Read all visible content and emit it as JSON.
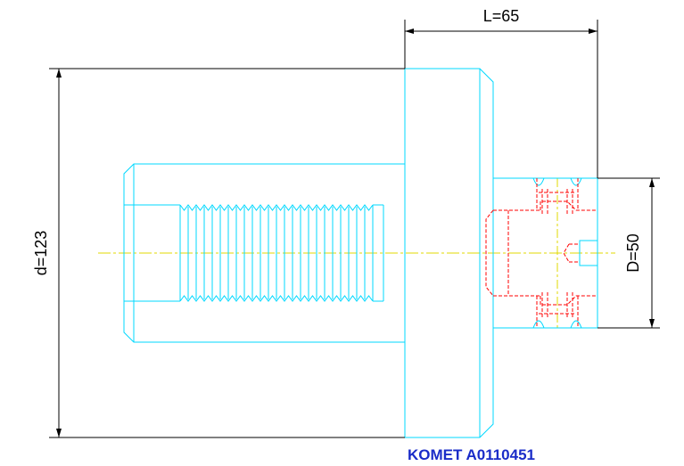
{
  "dimensions": {
    "length_label": "L=65",
    "body_diameter_label": "d=123",
    "shank_diameter_label": "D=50"
  },
  "caption": "KOMET A0110451",
  "colors": {
    "outline": "#00d8ff",
    "hidden_lines": "#ff0000",
    "centerline": "#e0d800",
    "dimension": "#000000",
    "caption": "#1a2cc8"
  }
}
